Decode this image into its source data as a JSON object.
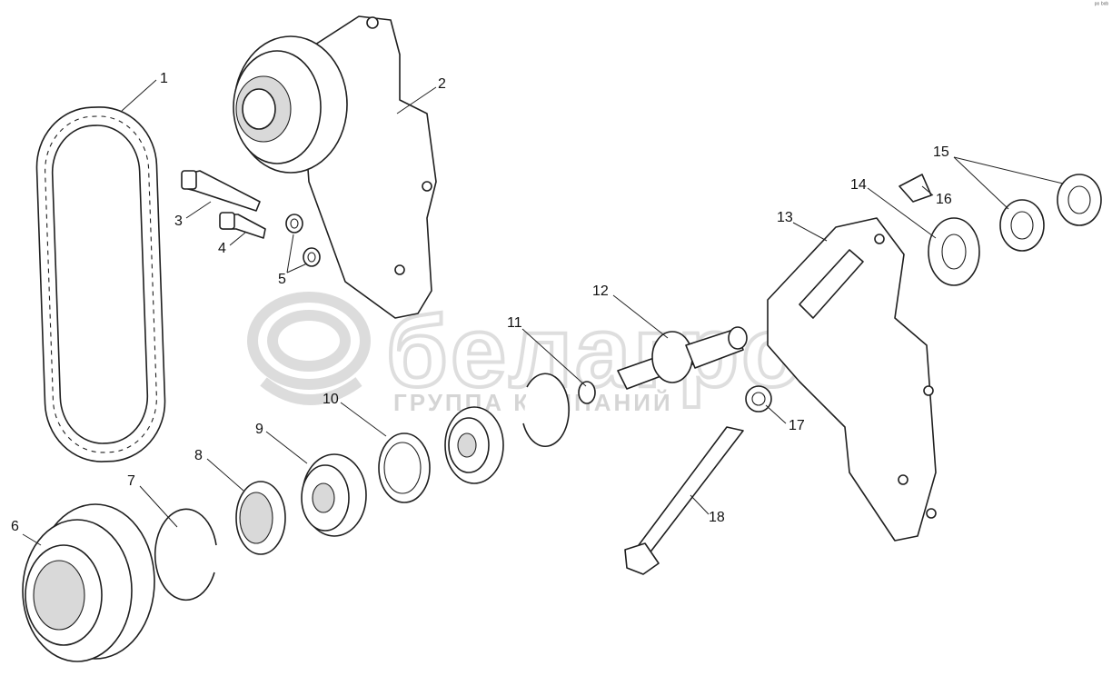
{
  "corner_mark": "ᵖᵒ ᵇᵒᵇ",
  "watermark": {
    "brand": "белагро",
    "subtitle": "ГРУППА КОМПАНИЙ"
  },
  "callouts": {
    "c1": "1",
    "c2": "2",
    "c3": "3",
    "c4": "4",
    "c5": "5",
    "c6": "6",
    "c7": "7",
    "c8": "8",
    "c9": "9",
    "c10": "10",
    "c11": "11",
    "c12": "12",
    "c13": "13",
    "c14": "14",
    "c15": "15",
    "c16": "16",
    "c17": "17",
    "c18": "18"
  },
  "colors": {
    "line": "#1f1f1f",
    "watermark": "#bfbfbf",
    "background": "#ffffff"
  }
}
